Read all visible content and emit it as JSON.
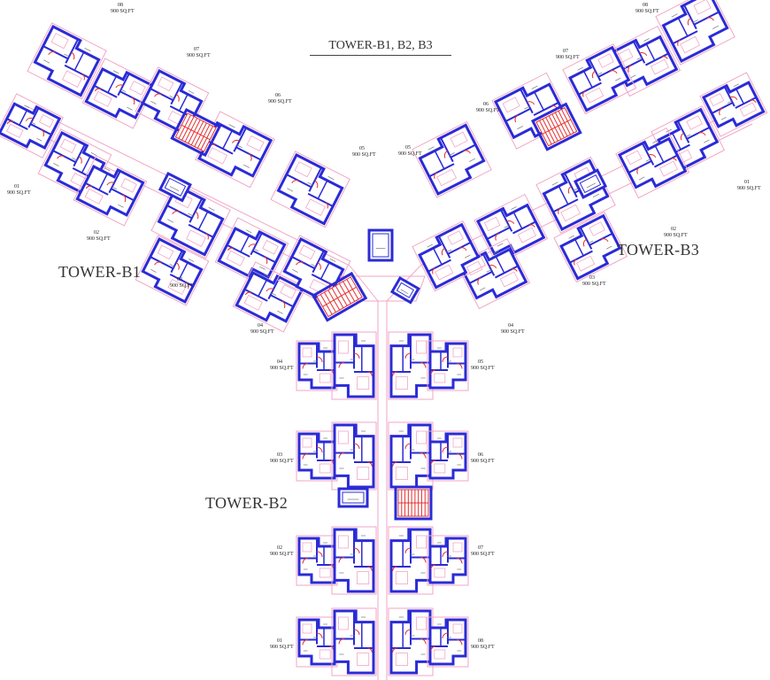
{
  "heading": "TOWER-B1, B2, B3",
  "towers": {
    "b1": "TOWER-B1",
    "b2": "TOWER-B2",
    "b3": "TOWER-B3"
  },
  "area_label": "900 SQ.FT",
  "colors": {
    "walls": "#2b2bd6",
    "outline": "#f2a6c6",
    "stairs": "#e53030",
    "text": "#333333"
  },
  "units": {
    "b1": [
      "01",
      "02",
      "03",
      "04",
      "05",
      "06",
      "07",
      "08"
    ],
    "b3": [
      "01",
      "02",
      "03",
      "04",
      "05",
      "06",
      "07",
      "08"
    ],
    "b2_left": [
      "04",
      "03",
      "02",
      "01"
    ],
    "b2_right": [
      "05",
      "06",
      "07",
      "08"
    ]
  }
}
